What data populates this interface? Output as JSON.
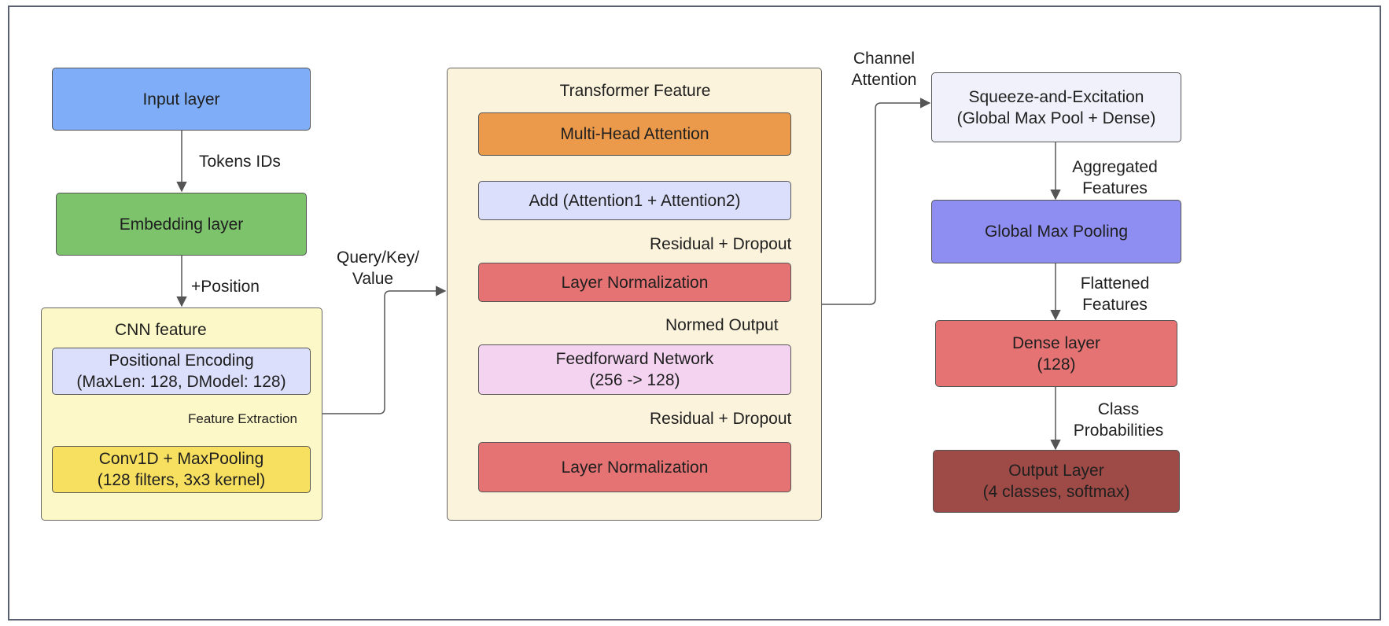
{
  "groups": {
    "cnn": {
      "title": "CNN feature"
    },
    "transformer": {
      "title": "Transformer Feature"
    }
  },
  "nodes": {
    "input": {
      "label": "Input layer"
    },
    "embedding": {
      "label": "Embedding layer"
    },
    "posenc": {
      "line1": "Positional Encoding",
      "line2": "(MaxLen: 128, DModel: 128)"
    },
    "conv": {
      "line1": "Conv1D + MaxPooling",
      "line2": "(128 filters, 3x3 kernel)"
    },
    "mha": {
      "label": "Multi-Head Attention"
    },
    "add": {
      "label": "Add (Attention1 + Attention2)"
    },
    "ln1": {
      "label": "Layer Normalization"
    },
    "ffn": {
      "line1": "Feedforward Network",
      "line2": "(256 -> 128)"
    },
    "ln2": {
      "label": "Layer Normalization"
    },
    "se": {
      "line1": "Squeeze-and-Excitation",
      "line2": "(Global Max Pool + Dense)"
    },
    "gmp": {
      "label": "Global Max Pooling"
    },
    "dense": {
      "line1": "Dense layer",
      "line2": "(128)"
    },
    "output": {
      "line1": "Output Layer",
      "line2": "(4 classes, softmax)"
    }
  },
  "edges": {
    "tokens": "Tokens IDs",
    "position": "+Position",
    "feature_extraction": "Feature Extraction",
    "qkv": {
      "line1": "Query/Key/",
      "line2": "Value"
    },
    "residual1": "Residual + Dropout",
    "normed": "Normed Output",
    "residual2": "Residual + Dropout",
    "channel": {
      "line1": "Channel",
      "line2": "Attention"
    },
    "aggregated": {
      "line1": "Aggregated",
      "line2": "Features"
    },
    "flattened": {
      "line1": "Flattened",
      "line2": "Features"
    },
    "class_prob": {
      "line1": "Class",
      "line2": "Probabilities"
    }
  },
  "colors": {
    "input": "#7fadf7",
    "embedding": "#7cc36c",
    "cnn_group": "#fdf8c7",
    "posenc": "#dcdffb",
    "conv": "#f7e060",
    "transformer_group": "#fcf3dc",
    "mha": "#ea9a4a",
    "add": "#dcdffb",
    "layer_norm": "#e57373",
    "ffn": "#f4d3f1",
    "se": "#f0f1fb",
    "gmp": "#8e8ef2",
    "dense": "#e57373",
    "output": "#9e4a47",
    "line": "#555555"
  }
}
